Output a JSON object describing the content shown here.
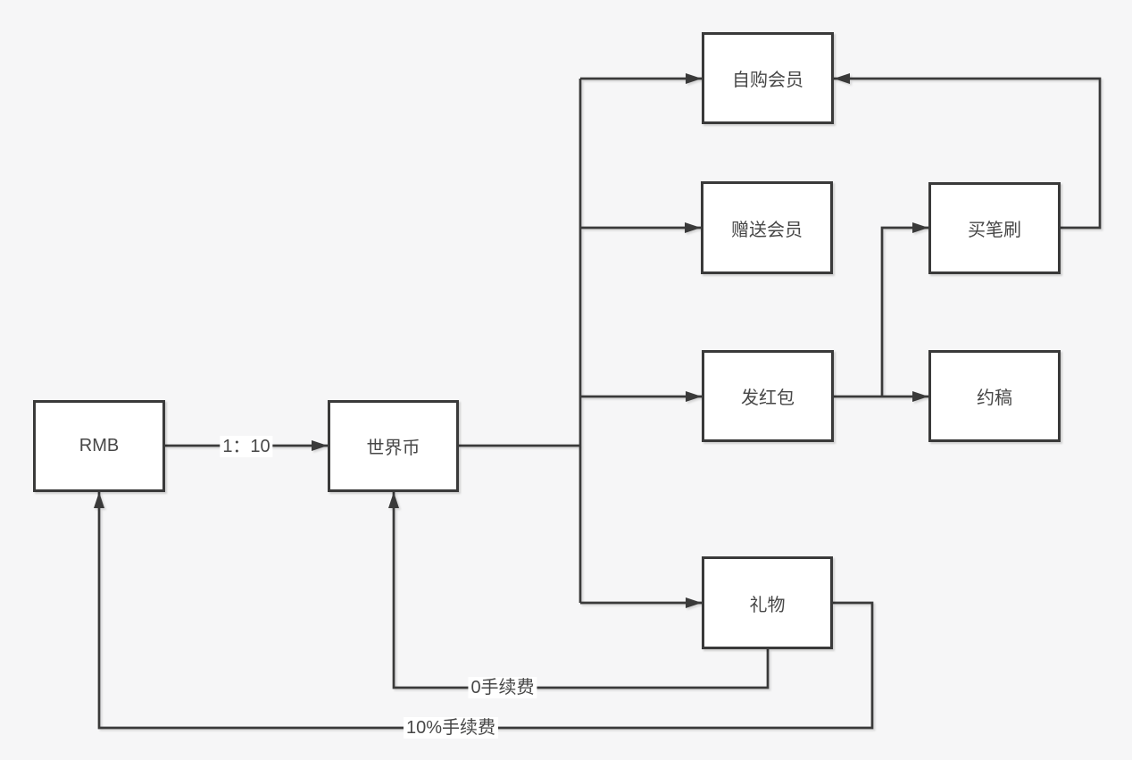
{
  "diagram": {
    "type": "flowchart",
    "background_color": "#f6f6f7",
    "line_color": "#3a3a3a",
    "node_fill_color": "#ffffff",
    "text_color": "#474747",
    "nodes": {
      "rmb": {
        "label": "RMB"
      },
      "world_coin": {
        "label": "世界币"
      },
      "self_purchase_membership": {
        "label": "自购会员"
      },
      "gift_membership": {
        "label": "赠送会员"
      },
      "buy_brush": {
        "label": "买笔刷"
      },
      "red_packet": {
        "label": "发红包"
      },
      "commission": {
        "label": "约稿"
      },
      "gift": {
        "label": "礼物"
      }
    },
    "edge_labels": {
      "exchange_rate": "1：10",
      "zero_fee": "0手续费",
      "ten_percent_fee": "10%手续费"
    },
    "edges": [
      {
        "from": "RMB",
        "to": "世界币",
        "label": "1：10"
      },
      {
        "from": "世界币",
        "to": "自购会员",
        "label": ""
      },
      {
        "from": "世界币",
        "to": "赠送会员",
        "label": ""
      },
      {
        "from": "世界币",
        "to": "发红包",
        "label": ""
      },
      {
        "from": "世界币",
        "to": "礼物",
        "label": ""
      },
      {
        "from": "发红包",
        "to": "约稿",
        "label": ""
      },
      {
        "from": "发红包",
        "to": "买笔刷",
        "label": ""
      },
      {
        "from": "买笔刷",
        "to": "自购会员",
        "label": ""
      },
      {
        "from": "礼物",
        "to": "世界币",
        "label": "0手续费"
      },
      {
        "from": "礼物",
        "to": "RMB",
        "label": "10%手续费"
      }
    ]
  }
}
